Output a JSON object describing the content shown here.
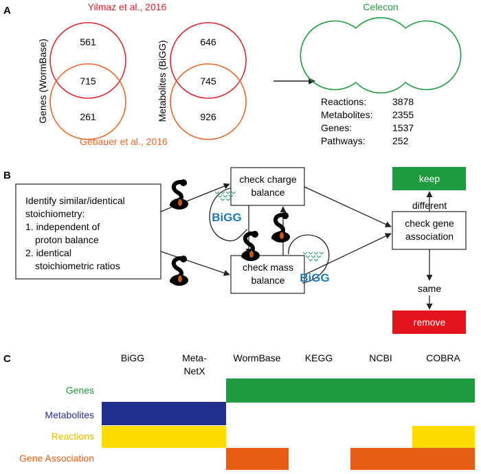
{
  "panel_a": {
    "letter": "A",
    "source_top": "Yilmaz et al., 2016",
    "source_bottom": "Gebauer et al., 2016",
    "result_title": "Celecon",
    "genes_venn": {
      "label": "Genes (WormBase)",
      "top_only": "561",
      "overlap": "715",
      "bottom_only": "261"
    },
    "metabolites_venn": {
      "label": "Metabolites (BiGG)",
      "top_only": "646",
      "overlap": "745",
      "bottom_only": "926"
    },
    "stats": [
      {
        "label": "Reactions:",
        "value": "3878"
      },
      {
        "label": "Metabolites:",
        "value": "2355"
      },
      {
        "label": "Genes:",
        "value": "1537"
      },
      {
        "label": "Pathways:",
        "value": "252"
      }
    ]
  },
  "panel_b": {
    "letter": "B",
    "identify_lines": [
      "Identify similar/identical",
      "stoichiometry:",
      "1. independent of",
      "proton balance",
      "2. identical",
      "stoichiometric ratios"
    ],
    "charge_lines": [
      "check charge",
      "balance"
    ],
    "mass_lines": [
      "check mass",
      "balance"
    ],
    "gene_lines": [
      "check gene",
      "association"
    ],
    "keep": "keep",
    "remove": "remove",
    "different": "different",
    "same": "same",
    "bigg": "BiGG"
  },
  "panel_c": {
    "letter": "C",
    "columns": [
      "BiGG",
      "Meta-",
      "NetX",
      "WormBase",
      "KEGG",
      "NCBI",
      "COBRA"
    ],
    "rows": [
      {
        "label": "Genes",
        "color": "#1f9a3f",
        "sources": [
          "WormBase",
          "KEGG",
          "NCBI",
          "COBRA"
        ]
      },
      {
        "label": "Metabolites",
        "color": "#232f8f",
        "sources": [
          "BiGG",
          "MetaNetX"
        ]
      },
      {
        "label": "Reactions",
        "color": "#ffdc00",
        "sources": [
          "BiGG",
          "MetaNetX",
          "COBRA"
        ]
      },
      {
        "label": "Gene Association",
        "color": "#e85d12",
        "sources": [
          "WormBase",
          "NCBI",
          "COBRA"
        ]
      }
    ]
  },
  "colors": {
    "red": "#d8262e",
    "orange": "#e8672a",
    "green": "#1f9a3f",
    "keep": "#1f9a3f",
    "remove": "#e3141c",
    "bigg_blue": "#1a7ab8"
  }
}
